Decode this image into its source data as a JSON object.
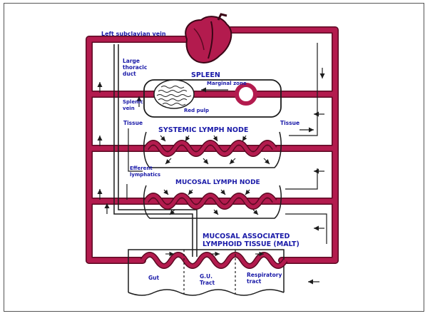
{
  "labels": {
    "subclavian": "Left subclavian vein",
    "thoracic1": "Large",
    "thoracic2": "thoracic",
    "thoracic3": "duct",
    "spleen": "SPLEEN",
    "marginal": "Marginal zone",
    "splenic1": "Splenic",
    "splenic2": "vein",
    "redpulp": "Red pulp",
    "tissue_left": "Tissue",
    "tissue_right": "Tissue",
    "systemic": "SYSTEMIC LYMPH NODE",
    "efferent1": "Efferent",
    "efferent2": "lymphatics",
    "mucosal_node": "MUCOSAL LYMPH NODE",
    "malt1": "MUCOSAL ASSOCIATED",
    "malt2": "LYMPHOID TISSUE (MALT)",
    "gut": "Gut",
    "gu1": "G.U.",
    "gu2": "Tract",
    "resp1": "Respiratory",
    "resp2": "tract"
  },
  "colors": {
    "vessel": "#b31b4e",
    "vessel_dark": "#5a0a22",
    "lymph": "#1c1c1c",
    "text": "#1a1aa8"
  }
}
